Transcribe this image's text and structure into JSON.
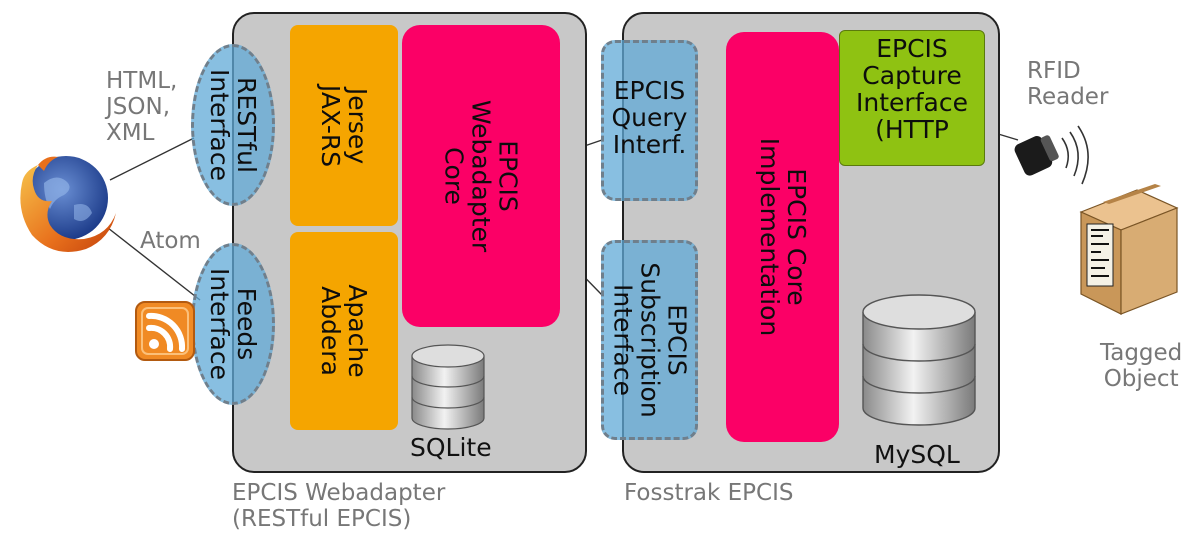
{
  "webadapter": {
    "caption_lines": [
      "EPCIS Webadapter",
      "(RESTful EPCIS)"
    ],
    "restful_interface": [
      "RESTful",
      "Interface"
    ],
    "feeds_interface": [
      "Feeds",
      "Interface"
    ],
    "jersey": [
      "Jersey",
      "JAX-RS"
    ],
    "abdera": [
      "Apache",
      "Abdera"
    ],
    "core": [
      "EPCIS",
      "Webadapter",
      "Core"
    ],
    "db_label": "SQLite"
  },
  "fosstrak": {
    "caption": "Fosstrak EPCIS",
    "query_interface": [
      "EPCIS",
      "Query",
      "Interf."
    ],
    "subscription_interface": [
      "EPCIS",
      "Subscription",
      "Interface"
    ],
    "core": [
      "EPCIS Core",
      "Implementation"
    ],
    "capture_interface": [
      "EPCIS",
      "Capture",
      "Interface",
      "(HTTP"
    ],
    "db_label": "MySQL"
  },
  "client": {
    "formats": [
      "HTML,",
      "JSON,",
      "XML"
    ],
    "feed_format": "Atom",
    "browser_icon": "firefox-icon",
    "feed_icon": "rss-feed-icon"
  },
  "reader": {
    "label": [
      "RFID",
      "Reader"
    ],
    "icon": "rfid-reader-icon"
  },
  "tagged": {
    "label": [
      "Tagged",
      "Object"
    ],
    "icon": "tagged-box-icon"
  },
  "colors": {
    "panel": "#c8c8c8",
    "library": "#f5a500",
    "core": "#fb0066",
    "capture": "#8fc212",
    "interface": "#60aad7"
  }
}
